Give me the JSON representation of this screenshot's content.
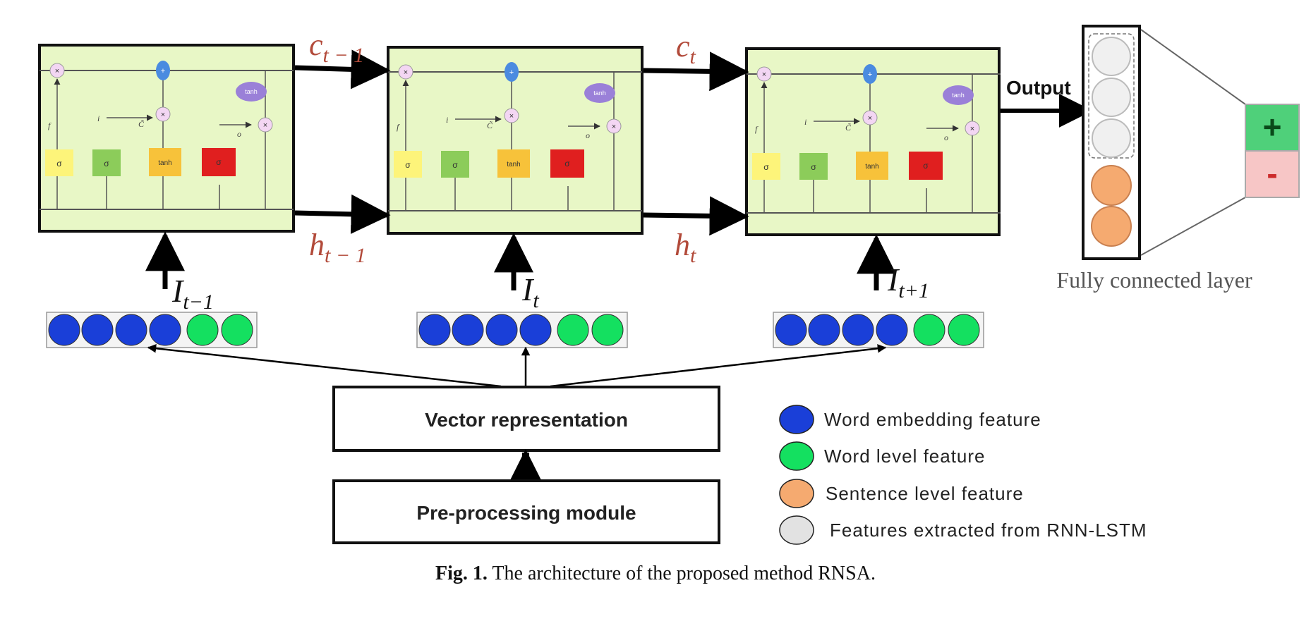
{
  "states": {
    "c_prev": {
      "base": "c",
      "sub": "t − 1"
    },
    "c_curr": {
      "base": "c",
      "sub": "t"
    },
    "h_prev": {
      "base": "h",
      "sub": "t − 1"
    },
    "h_curr": {
      "base": "h",
      "sub": "t"
    }
  },
  "inputs": [
    {
      "base": "I",
      "sub": "t−1"
    },
    {
      "base": "I",
      "sub": "t"
    },
    {
      "base": "I",
      "sub": "t+1"
    }
  ],
  "cell": {
    "gates": [
      "σ",
      "σ",
      "tanh",
      "σ"
    ],
    "ops": [
      "×",
      "+",
      "×",
      "×"
    ],
    "tanh_label": "tanh",
    "math_labels": [
      "f",
      "i",
      "C̃",
      "o"
    ]
  },
  "output_label": "Output",
  "fc_layer": {
    "label": "Fully connected layer",
    "positive_symbol": "+",
    "negative_symbol": "-"
  },
  "boxes": {
    "vector": "Vector representation",
    "preprocessing": "Pre-processing module"
  },
  "legend": [
    {
      "label": "Word embedding feature",
      "color": "#1a3fd8"
    },
    {
      "label": "Word level feature",
      "color": "#14e060"
    },
    {
      "label": "Sentence level feature",
      "color": "#f5aa70"
    },
    {
      "label": "Features extracted from RNN-LSTM",
      "color": "#e2e2e2"
    }
  ],
  "caption": {
    "label": "Fig. 1.",
    "text": "The architecture of the proposed method RNSA."
  },
  "colors": {
    "cell_bg": "#e8f7c6",
    "state_text": "#b24a3a",
    "word_embedding": "#1a3fd8",
    "word_level": "#14e060",
    "sentence_level": "#f5aa70",
    "rnn_feature": "#e2e2e2",
    "positive_bg": "#4fd07a",
    "negative_bg": "#f7c6c6"
  }
}
